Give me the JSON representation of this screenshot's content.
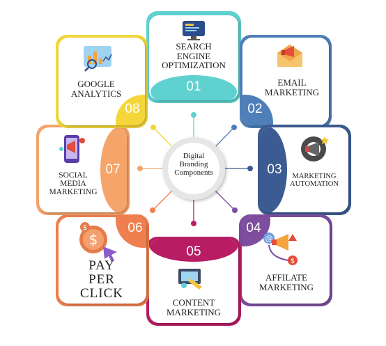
{
  "center": {
    "line1": "Digital",
    "line2": "Branding",
    "line3": "Components"
  },
  "components": [
    {
      "number": "01",
      "lines": [
        "SEARCH",
        "ENGINE",
        "OPTIMIZATION"
      ],
      "color": "#5ed1d0",
      "icon": "seo-monitor-icon"
    },
    {
      "number": "02",
      "lines": [
        "EMAIL",
        "MARKETING"
      ],
      "color": "#4f7fb8",
      "icon": "email-megaphone-icon"
    },
    {
      "number": "03",
      "lines": [
        "MARKETING",
        "AUTOMATION"
      ],
      "color": "#3b5b92",
      "icon": "gear-megaphone-icon"
    },
    {
      "number": "04",
      "lines": [
        "AFFILATE",
        "MARKETING"
      ],
      "color": "#7d4d9e",
      "icon": "affiliate-network-icon"
    },
    {
      "number": "05",
      "lines": [
        "CONTENT",
        "MARKETING"
      ],
      "color": "#b81d64",
      "icon": "content-design-icon"
    },
    {
      "number": "06",
      "lines": [
        "PAY",
        "PER",
        "CLICK"
      ],
      "color": "#ef7f4e",
      "icon": "dollar-click-icon"
    },
    {
      "number": "07",
      "lines": [
        "SOCIAL",
        "MEDIA",
        "MARKETING"
      ],
      "color": "#f5a46a",
      "icon": "social-phone-icon"
    },
    {
      "number": "08",
      "lines": [
        "GOOGLE",
        "ANALYTICS"
      ],
      "color": "#f4d63a",
      "icon": "analytics-chart-icon"
    }
  ]
}
